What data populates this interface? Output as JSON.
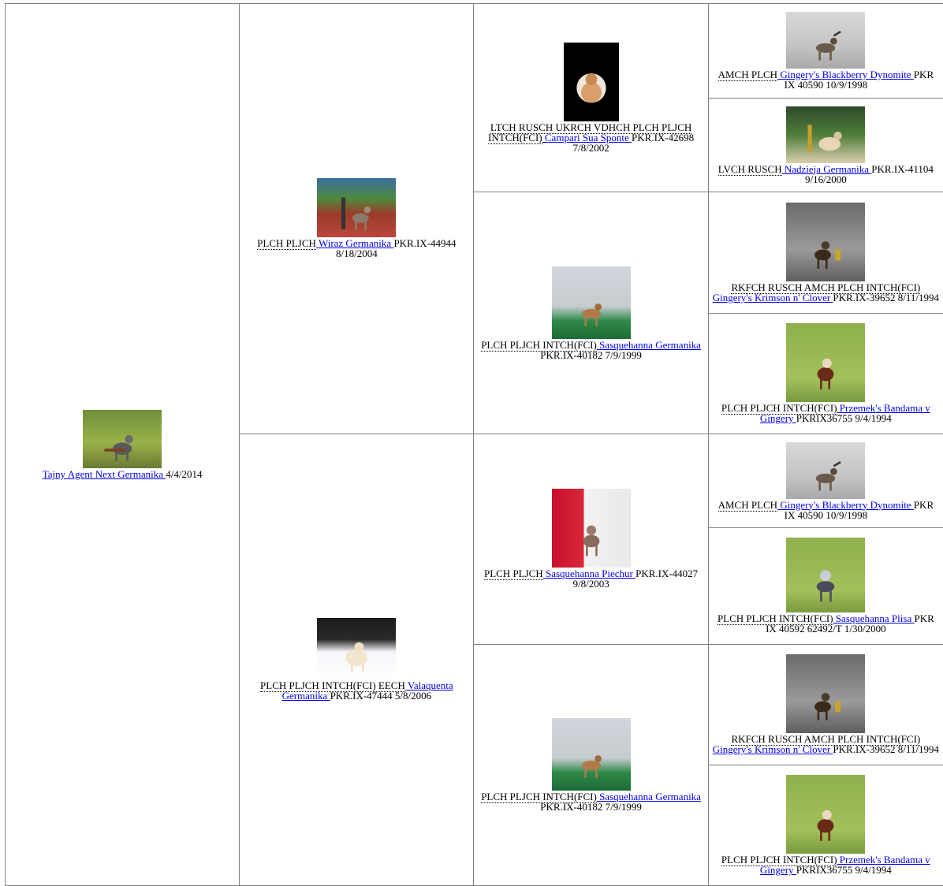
{
  "pedigree": {
    "subject": {
      "titles": "",
      "name": "Tajny Agent Next Germanika ",
      "info": " 4/4/2014",
      "photo": "dog-photo"
    },
    "sire": {
      "titles": "PLCH PLJCH",
      "name": " Wiraz Germanika ",
      "info": " PKR.IX-44944 8/18/2004"
    },
    "dam": {
      "titles": "PLCH PLJCH INTCH(FCI) EECH",
      "name": " Valaquenta Germanika ",
      "info": " PKR.IX-47444 5/8/2006"
    },
    "sire_sire": {
      "titles": "LTCH RUSCH UKRCH VDHCH PLCH PLJCH INTCH(FCI)",
      "name": " Campari Sua Sponte ",
      "info": " PKR.IX-42698 7/8/2002"
    },
    "sire_dam": {
      "titles": "PLCH PLJCH INTCH(FCI)",
      "name": " Sasquehanna Germanika ",
      "info": " PKR.IX-40182 7/9/1999"
    },
    "dam_sire": {
      "titles": "PLCH PLJCH",
      "name": " Sasquehanna Piechur ",
      "info": " PKR.IX-44027 9/8/2003"
    },
    "dam_dam": {
      "titles": "PLCH PLJCH INTCH(FCI)",
      "name": " Sasquehanna Germanika ",
      "info": " PKR.IX-40182 7/9/1999"
    },
    "g3_1": {
      "titles": "AMCH PLCH",
      "name": " Gingery's Blackberry Dynomite ",
      "info": " PKR IX 40590 10/9/1998"
    },
    "g3_2": {
      "titles": "LVCH RUSCH",
      "name": " Nadzieja Germanika ",
      "info": " PKR.IX-41104 9/16/2000"
    },
    "g3_3": {
      "titles": "RKFCH RUSCH AMCH PLCH INTCH(FCI)",
      "name": " Gingery's Krimson n' Clover ",
      "info": " PKR.IX-39652 8/11/1994"
    },
    "g3_4": {
      "titles": "PLCH PLJCH INTCH(FCI)",
      "name": " Przemek's Bandama v Gingery ",
      "info": " PKRIX36755 9/4/1994"
    },
    "g3_5": {
      "titles": "AMCH PLCH",
      "name": " Gingery's Blackberry Dynomite ",
      "info": " PKR IX 40590 10/9/1998"
    },
    "g3_6": {
      "titles": "PLCH PLJCH INTCH(FCI)",
      "name": " Sasquehanna Plisa ",
      "info": " PKR IX 40592 62492/T 1/30/2000"
    },
    "g3_7": {
      "titles": "RKFCH RUSCH AMCH PLCH INTCH(FCI)",
      "name": " Gingery's Krimson n' Clover ",
      "info": " PKR.IX-39652 8/11/1994"
    },
    "g3_8": {
      "titles": "PLCH PLJCH INTCH(FCI)",
      "name": " Przemek's Bandama v Gingery ",
      "info": " PKRIX36755 9/4/1994"
    }
  },
  "colors": {
    "link": "#0000ee",
    "border": "#808080"
  }
}
